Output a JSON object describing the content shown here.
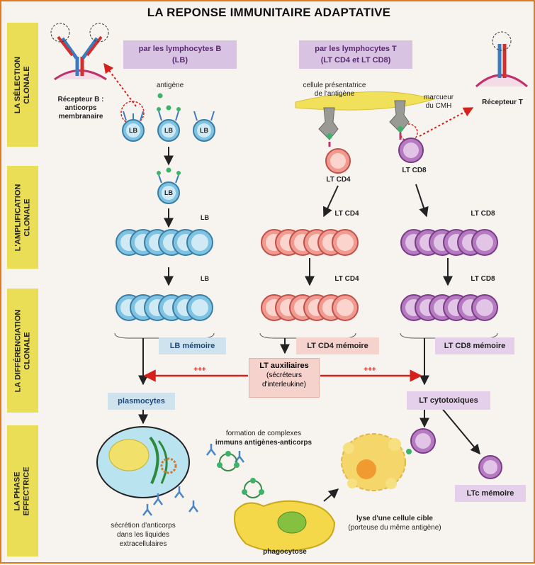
{
  "title": "LA REPONSE IMMUNITAIRE ADAPTATIVE",
  "phases": [
    "LA SÉLECTION\nCLONALE",
    "L'AMPLIFICATION\nCLONALE",
    "LA DIFFÉRENCIATION\nCLONALE",
    "LA PHASE\nEFFECTRICE"
  ],
  "headers": {
    "b_line1": "par les lymphocytes B",
    "b_line2": "(LB)",
    "t_line1": "par les lymphocytes T",
    "t_line2": "(LT CD4 et LT CD8)"
  },
  "labels": {
    "recepteur_b_1": "Récepteur B :",
    "recepteur_b_2": "anticorps",
    "recepteur_b_3": "membranaire",
    "antigene": "antigène",
    "lb": "LB",
    "cpa_1": "cellule présentatrice",
    "cpa_2": "de l'antigène",
    "marqueur_1": "marcueur",
    "marqueur_2": "du CMH",
    "recepteur_t": "Récepteur T",
    "lt_cd4": "LT CD4",
    "lt_cd8": "LT CD8",
    "lb_memoire": "LB mémoire",
    "lt_cd4_memoire": "LT CD4 mémoire",
    "lt_cd8_memoire": "LT CD8 mémoire",
    "lt_aux_1": "LT auxiliaires",
    "lt_aux_2": "(sécréteurs",
    "lt_aux_3": "d'interleukine)",
    "plus": "+++",
    "plasmocytes": "plasmocytes",
    "lt_cytotoxiques": "LT cytotoxiques",
    "complexes_1": "formation de complexes",
    "complexes_2": "immuns antigènes-anticorps",
    "secretion_1": "sécrétion d'anticorps",
    "secretion_2": "dans les liquides",
    "secretion_3": "extracellulaires",
    "phagocytose": "phagocytose",
    "lyse_1": "lyse d'une cellule cible",
    "lyse_2": "(porteuse du même antigène)",
    "ltc_memoire": "LTc mémoire"
  },
  "colors": {
    "b_cell": "#7fc3e3",
    "cd4_cell": "#f09a90",
    "cd8_cell": "#b57ac0",
    "header_box": "#d9c3e3",
    "memory_box": "#cfe3ef",
    "memory_box_red": "#f6d2cc",
    "arrow_red": "#d5201c",
    "phase_bar": "#e9de55",
    "frame": "#e07a1e"
  }
}
